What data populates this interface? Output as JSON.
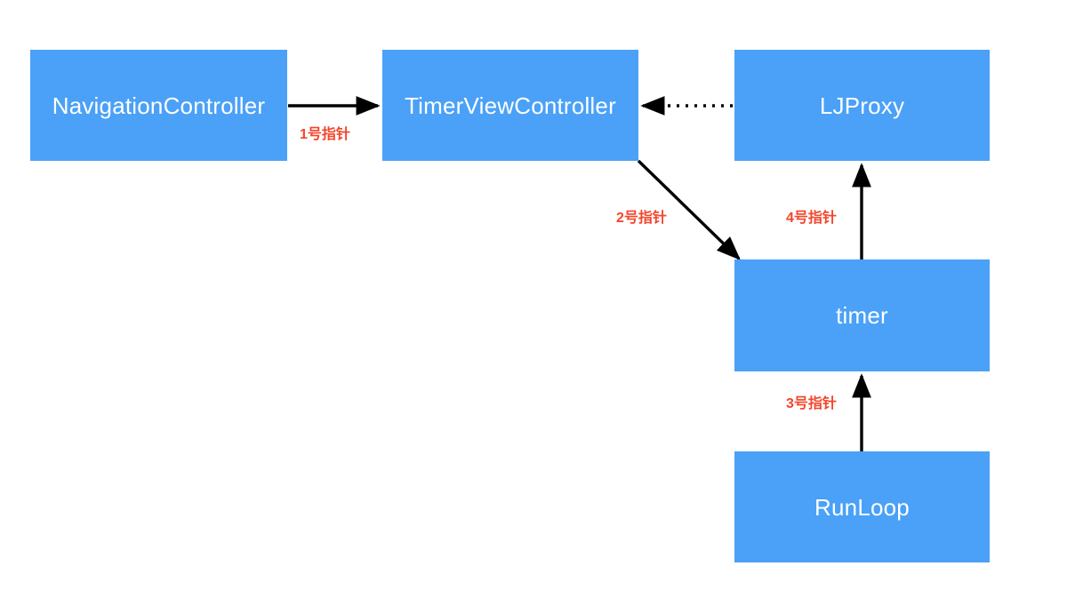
{
  "diagram": {
    "title": "Timer retain cycle pointer diagram",
    "colors": {
      "node_fill": "#4aa1f7",
      "node_text": "#ffffff",
      "edge_stroke": "#000000",
      "edge_label": "#f4452a",
      "background": "#ffffff"
    },
    "nodes": [
      {
        "id": "navigationcontroller",
        "label": "NavigationController"
      },
      {
        "id": "timerviewcontroller",
        "label": "TimerViewController"
      },
      {
        "id": "ljproxy",
        "label": "LJProxy"
      },
      {
        "id": "timer",
        "label": "timer"
      },
      {
        "id": "runloop",
        "label": "RunLoop"
      }
    ],
    "edges": [
      {
        "id": "pointer-1",
        "label": "1号指针",
        "from": "navigationcontroller",
        "to": "timerviewcontroller",
        "style": "solid",
        "direction": "right"
      },
      {
        "id": "pointer-2",
        "label": "2号指针",
        "from": "timerviewcontroller",
        "to": "timer",
        "style": "solid",
        "direction": "diagonal-down-right"
      },
      {
        "id": "pointer-3",
        "label": "3号指针",
        "from": "runloop",
        "to": "timer",
        "style": "solid",
        "direction": "up"
      },
      {
        "id": "pointer-4",
        "label": "4号指针",
        "from": "timer",
        "to": "ljproxy",
        "style": "solid",
        "direction": "up"
      },
      {
        "id": "proxy-callback",
        "label": "",
        "from": "ljproxy",
        "to": "timerviewcontroller",
        "style": "dotted",
        "direction": "left"
      }
    ]
  }
}
